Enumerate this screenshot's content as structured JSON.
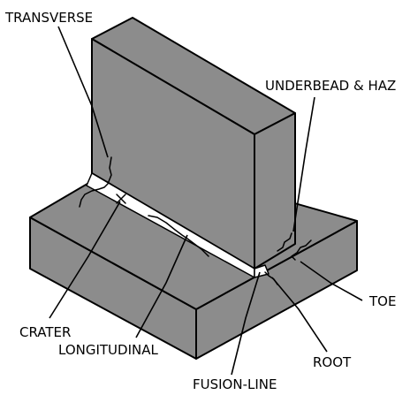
{
  "colors": {
    "steel": "#8c8c8c",
    "steel_light": "#a0a0a0",
    "weld_bead": "#ffffff",
    "outline": "#000000",
    "background": "#ffffff"
  },
  "labels": {
    "transverse": "TRANSVERSE",
    "underbead_haz": "UNDERBEAD & HAZ",
    "toe": "TOE",
    "crater": "CRATER",
    "longitudinal": "LONGITUDINAL",
    "root": "ROOT",
    "fusion_line": "FUSION-LINE"
  }
}
